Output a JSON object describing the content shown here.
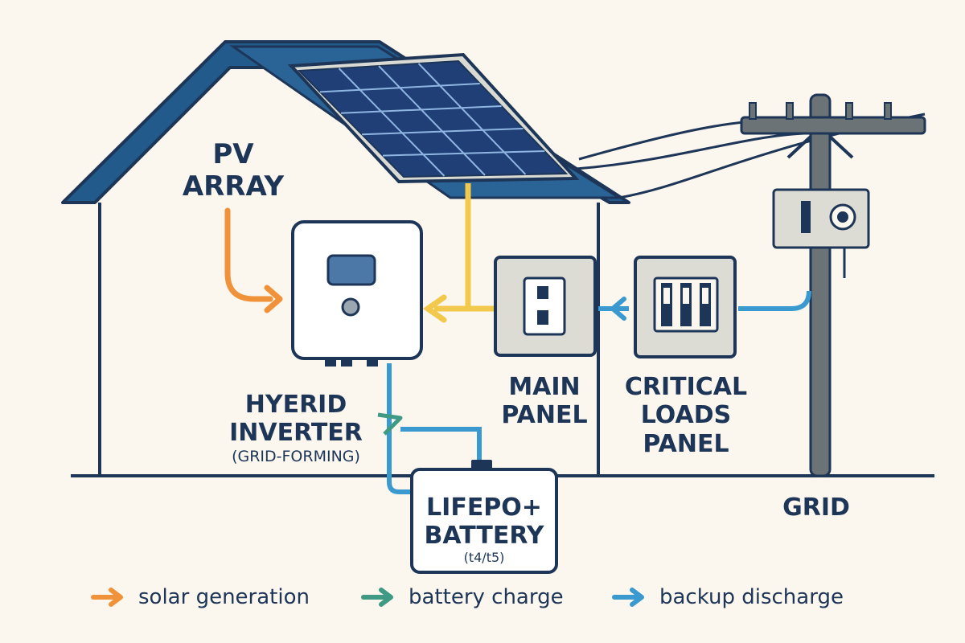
{
  "labels": {
    "pv_array": [
      "PV",
      "ARRAY"
    ],
    "inverter": [
      "HYERID",
      "INVERTER"
    ],
    "inverter_note": "(GRID-FORMING)",
    "main_panel": [
      "MAIN",
      "PANEL"
    ],
    "critical_panel": [
      "CRITICAL",
      "LOADS",
      "PANEL"
    ],
    "battery": [
      "LIFEPO+",
      "BATTERY"
    ],
    "battery_note": "(t4/t5)",
    "grid": "GRID"
  },
  "legend": [
    {
      "label": "solar generation",
      "color": "#f0923a"
    },
    {
      "label": "battery charge",
      "color": "#3f9a84"
    },
    {
      "label": "backup discharge",
      "color": "#3a9ad0"
    }
  ],
  "colors": {
    "outline": "#1d3557",
    "roof": "#225a8c",
    "solar_cell": "#1f3f76",
    "yellow_flow": "#f2c94c",
    "background": "#fbf6ee"
  },
  "icons": [
    "solar-panel-icon",
    "inverter-icon",
    "breaker-panel-icon",
    "utility-pole-icon",
    "meter-icon",
    "battery-icon",
    "arrow-icon"
  ]
}
